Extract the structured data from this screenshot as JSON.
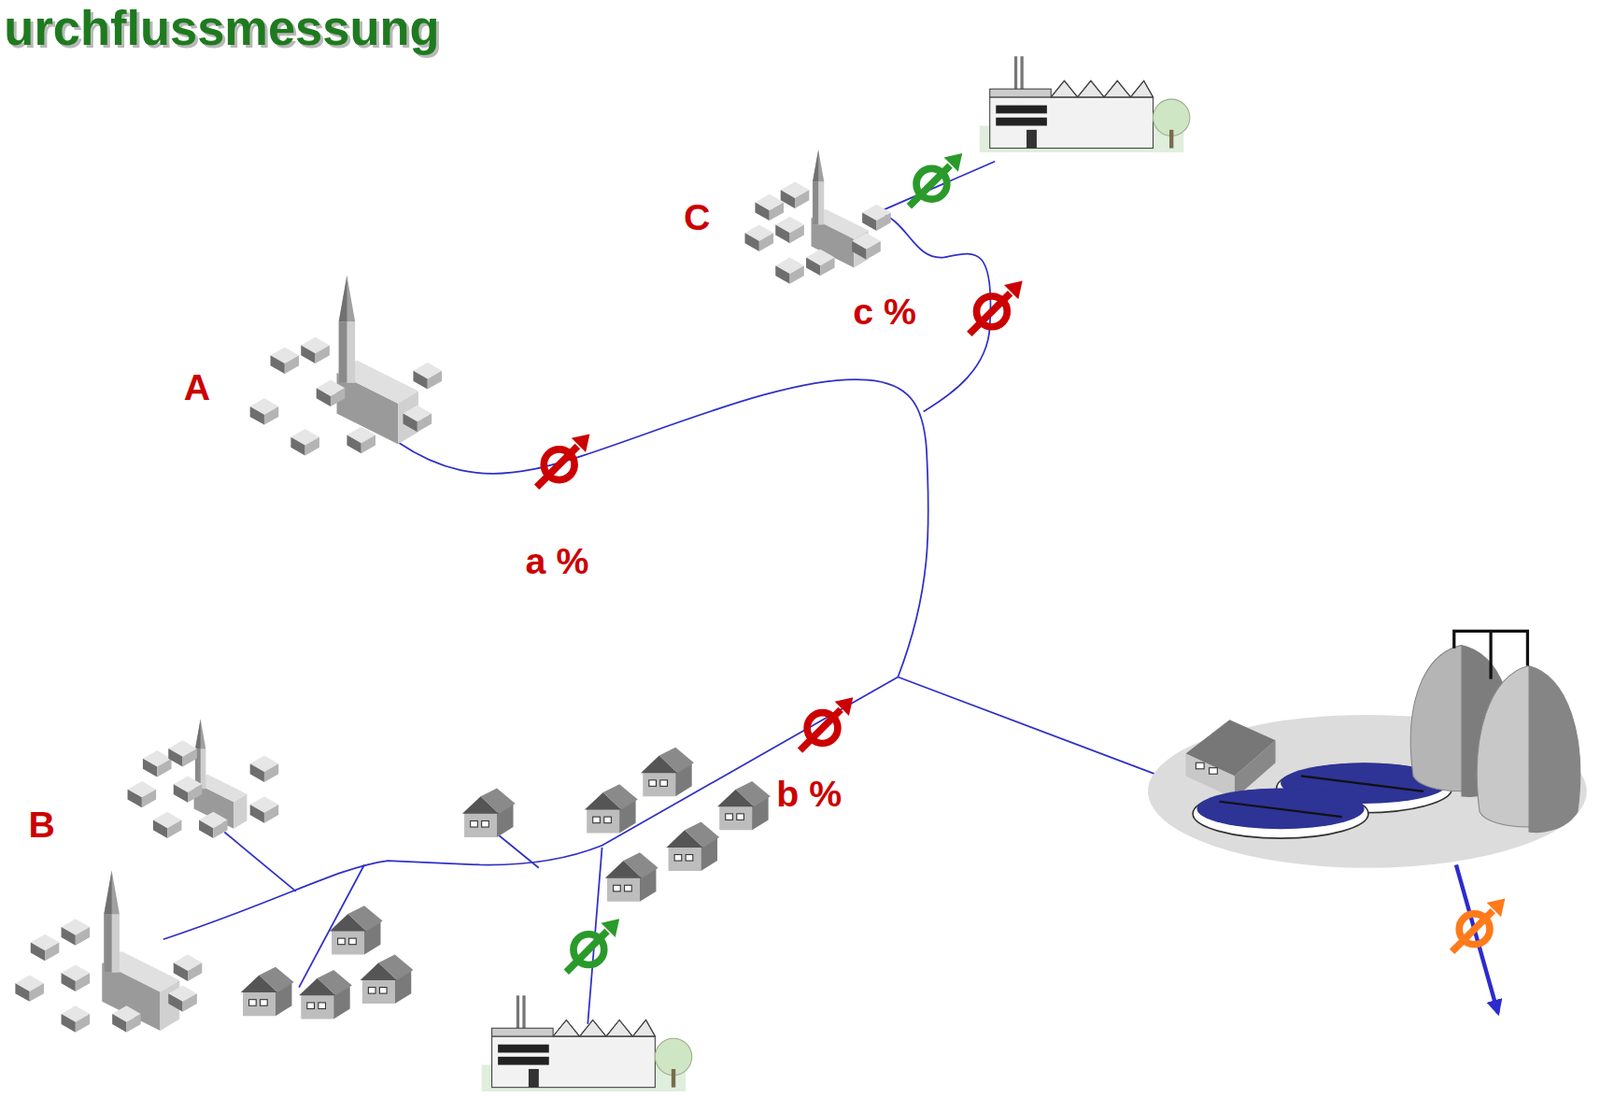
{
  "diagram": {
    "title": "urchflussmessung",
    "labels": [
      "A",
      "C",
      "c %",
      "a %",
      "B",
      "b %"
    ]
  }
}
